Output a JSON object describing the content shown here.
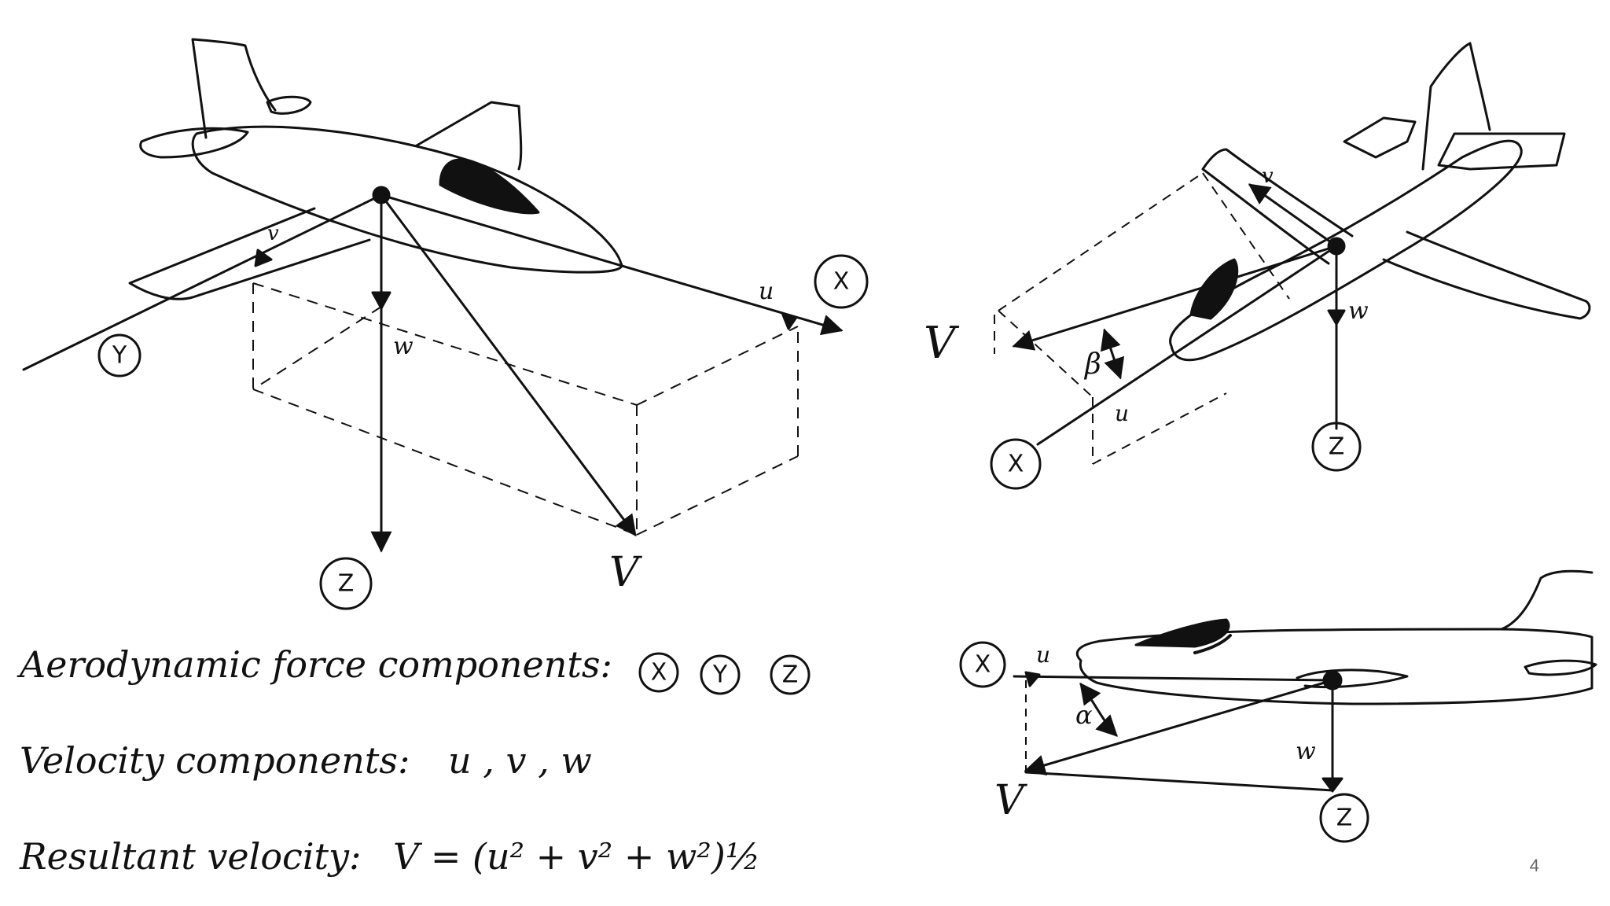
{
  "left_diagram": {
    "axes": {
      "x": "X",
      "y": "Y",
      "z": "Z"
    },
    "velocity": {
      "u": "u",
      "v": "v",
      "w": "w",
      "resultant": "V"
    }
  },
  "top_right_diagram": {
    "axes": {
      "x": "X",
      "z": "Z"
    },
    "velocity": {
      "v": "v",
      "w": "w",
      "u": "u",
      "resultant": "V"
    },
    "angle": "β"
  },
  "bottom_right_diagram": {
    "axes": {
      "x": "X",
      "z": "Z"
    },
    "velocity": {
      "u": "u",
      "w": "w",
      "resultant": "V"
    },
    "angle": "α"
  },
  "notes": {
    "force_label": "Aerodynamic force components:",
    "force_axes": [
      "X",
      "Y",
      "Z"
    ],
    "velocity_label": "Velocity components:",
    "velocity_values": "u , v , w",
    "resultant_label": "Resultant velocity:",
    "resultant_formula": "V = (u² + v² + w²)½"
  },
  "page_number": "4"
}
